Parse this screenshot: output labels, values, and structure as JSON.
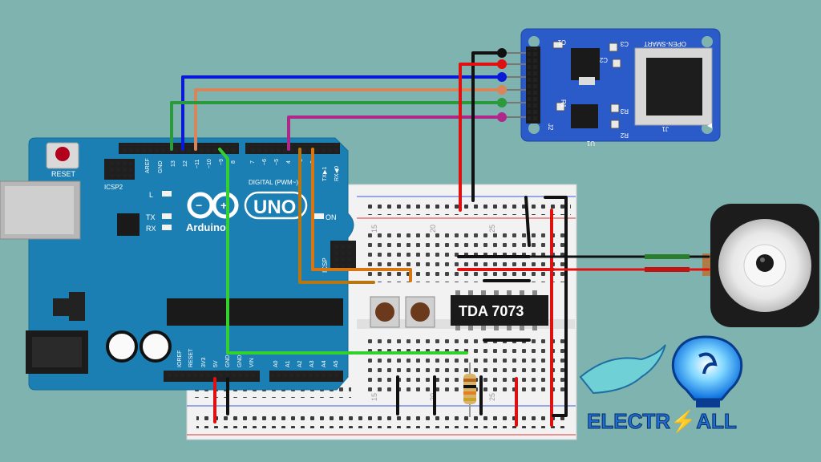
{
  "arduino": {
    "reset_label": "RESET",
    "icsp2_label": "ICSP2",
    "icsp_label": "ICSP",
    "brand": "Arduino",
    "model": "UNO",
    "digital_label": "DIGITAL (PWM~)",
    "led_l": "L",
    "led_tx": "TX",
    "led_rx": "RX",
    "led_on": "ON",
    "top_pins": [
      "AREF",
      "GND",
      "13",
      "12",
      "~11",
      "~10",
      "~9",
      "8",
      "7",
      "~6",
      "~5",
      "4",
      "~3",
      "2",
      "TX▶1",
      "RX◀0"
    ],
    "power_pins": [
      "IOREF",
      "RESET",
      "3V3",
      "5V",
      "GND",
      "GND",
      "VIN"
    ],
    "analog_pins": [
      "A0",
      "A1",
      "A2",
      "A3",
      "A4",
      "A5"
    ]
  },
  "sd_module": {
    "brand": "OPEN-SMART",
    "ref_j1": "J1",
    "ref_j2": "J2",
    "ref_u1": "U1",
    "caps": [
      "C1",
      "C2",
      "C3"
    ],
    "resistors": [
      "R1",
      "R2",
      "R3"
    ]
  },
  "breadboard": {
    "col_numbers": [
      "15",
      "20",
      "25"
    ]
  },
  "amplifier": {
    "chip_label": "TDA 7073"
  },
  "logo": {
    "text": "ELECTR⚡ALL"
  },
  "colors": {
    "background": "#7fb3b0",
    "arduino_board": "#1b7fb4",
    "sd_board": "#2a5bc9",
    "wire_blue": "#0a18d8",
    "wire_orange": "#d9855a",
    "wire_green": "#2a9a3c",
    "wire_magenta": "#b0278a",
    "wire_red": "#e01010",
    "wire_black": "#111111",
    "wire_lime": "#33d12e",
    "wire_brown": "#b7760f"
  }
}
